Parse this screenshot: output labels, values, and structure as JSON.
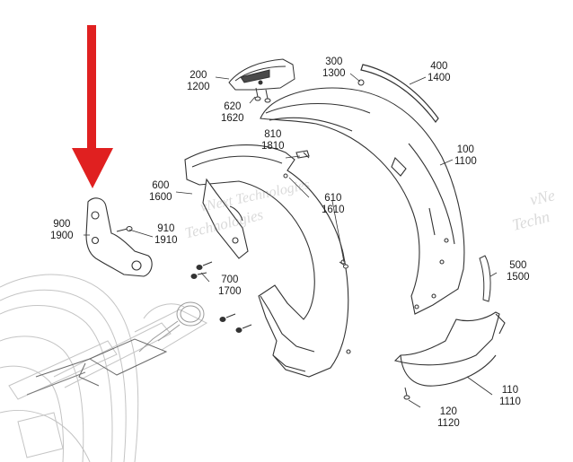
{
  "callouts": [
    {
      "id": "200",
      "codes": [
        "200",
        "1200"
      ]
    },
    {
      "id": "620",
      "codes": [
        "620",
        "1620"
      ]
    },
    {
      "id": "300",
      "codes": [
        "300",
        "1300"
      ]
    },
    {
      "id": "400",
      "codes": [
        "400",
        "1400"
      ]
    },
    {
      "id": "810",
      "codes": [
        "810",
        "1810"
      ]
    },
    {
      "id": "100",
      "codes": [
        "100",
        "1100"
      ]
    },
    {
      "id": "600",
      "codes": [
        "600",
        "1600"
      ]
    },
    {
      "id": "610",
      "codes": [
        "610",
        "1610"
      ]
    },
    {
      "id": "900",
      "codes": [
        "900",
        "1900"
      ]
    },
    {
      "id": "910",
      "codes": [
        "910",
        "1910"
      ]
    },
    {
      "id": "700",
      "codes": [
        "700",
        "1700"
      ]
    },
    {
      "id": "500",
      "codes": [
        "500",
        "1500"
      ]
    },
    {
      "id": "110",
      "codes": [
        "110",
        "1110"
      ]
    },
    {
      "id": "120",
      "codes": [
        "120",
        "1120"
      ]
    }
  ],
  "watermark": {
    "line1": "vNext Technologies",
    "line2": "Technologies",
    "right1": "vNe",
    "right2": "Techn"
  },
  "colors": {
    "arrow": "#e02020",
    "line": "#333333",
    "faint": "#b8b8b8"
  },
  "icons": {
    "indicator": "red-down-arrow"
  }
}
